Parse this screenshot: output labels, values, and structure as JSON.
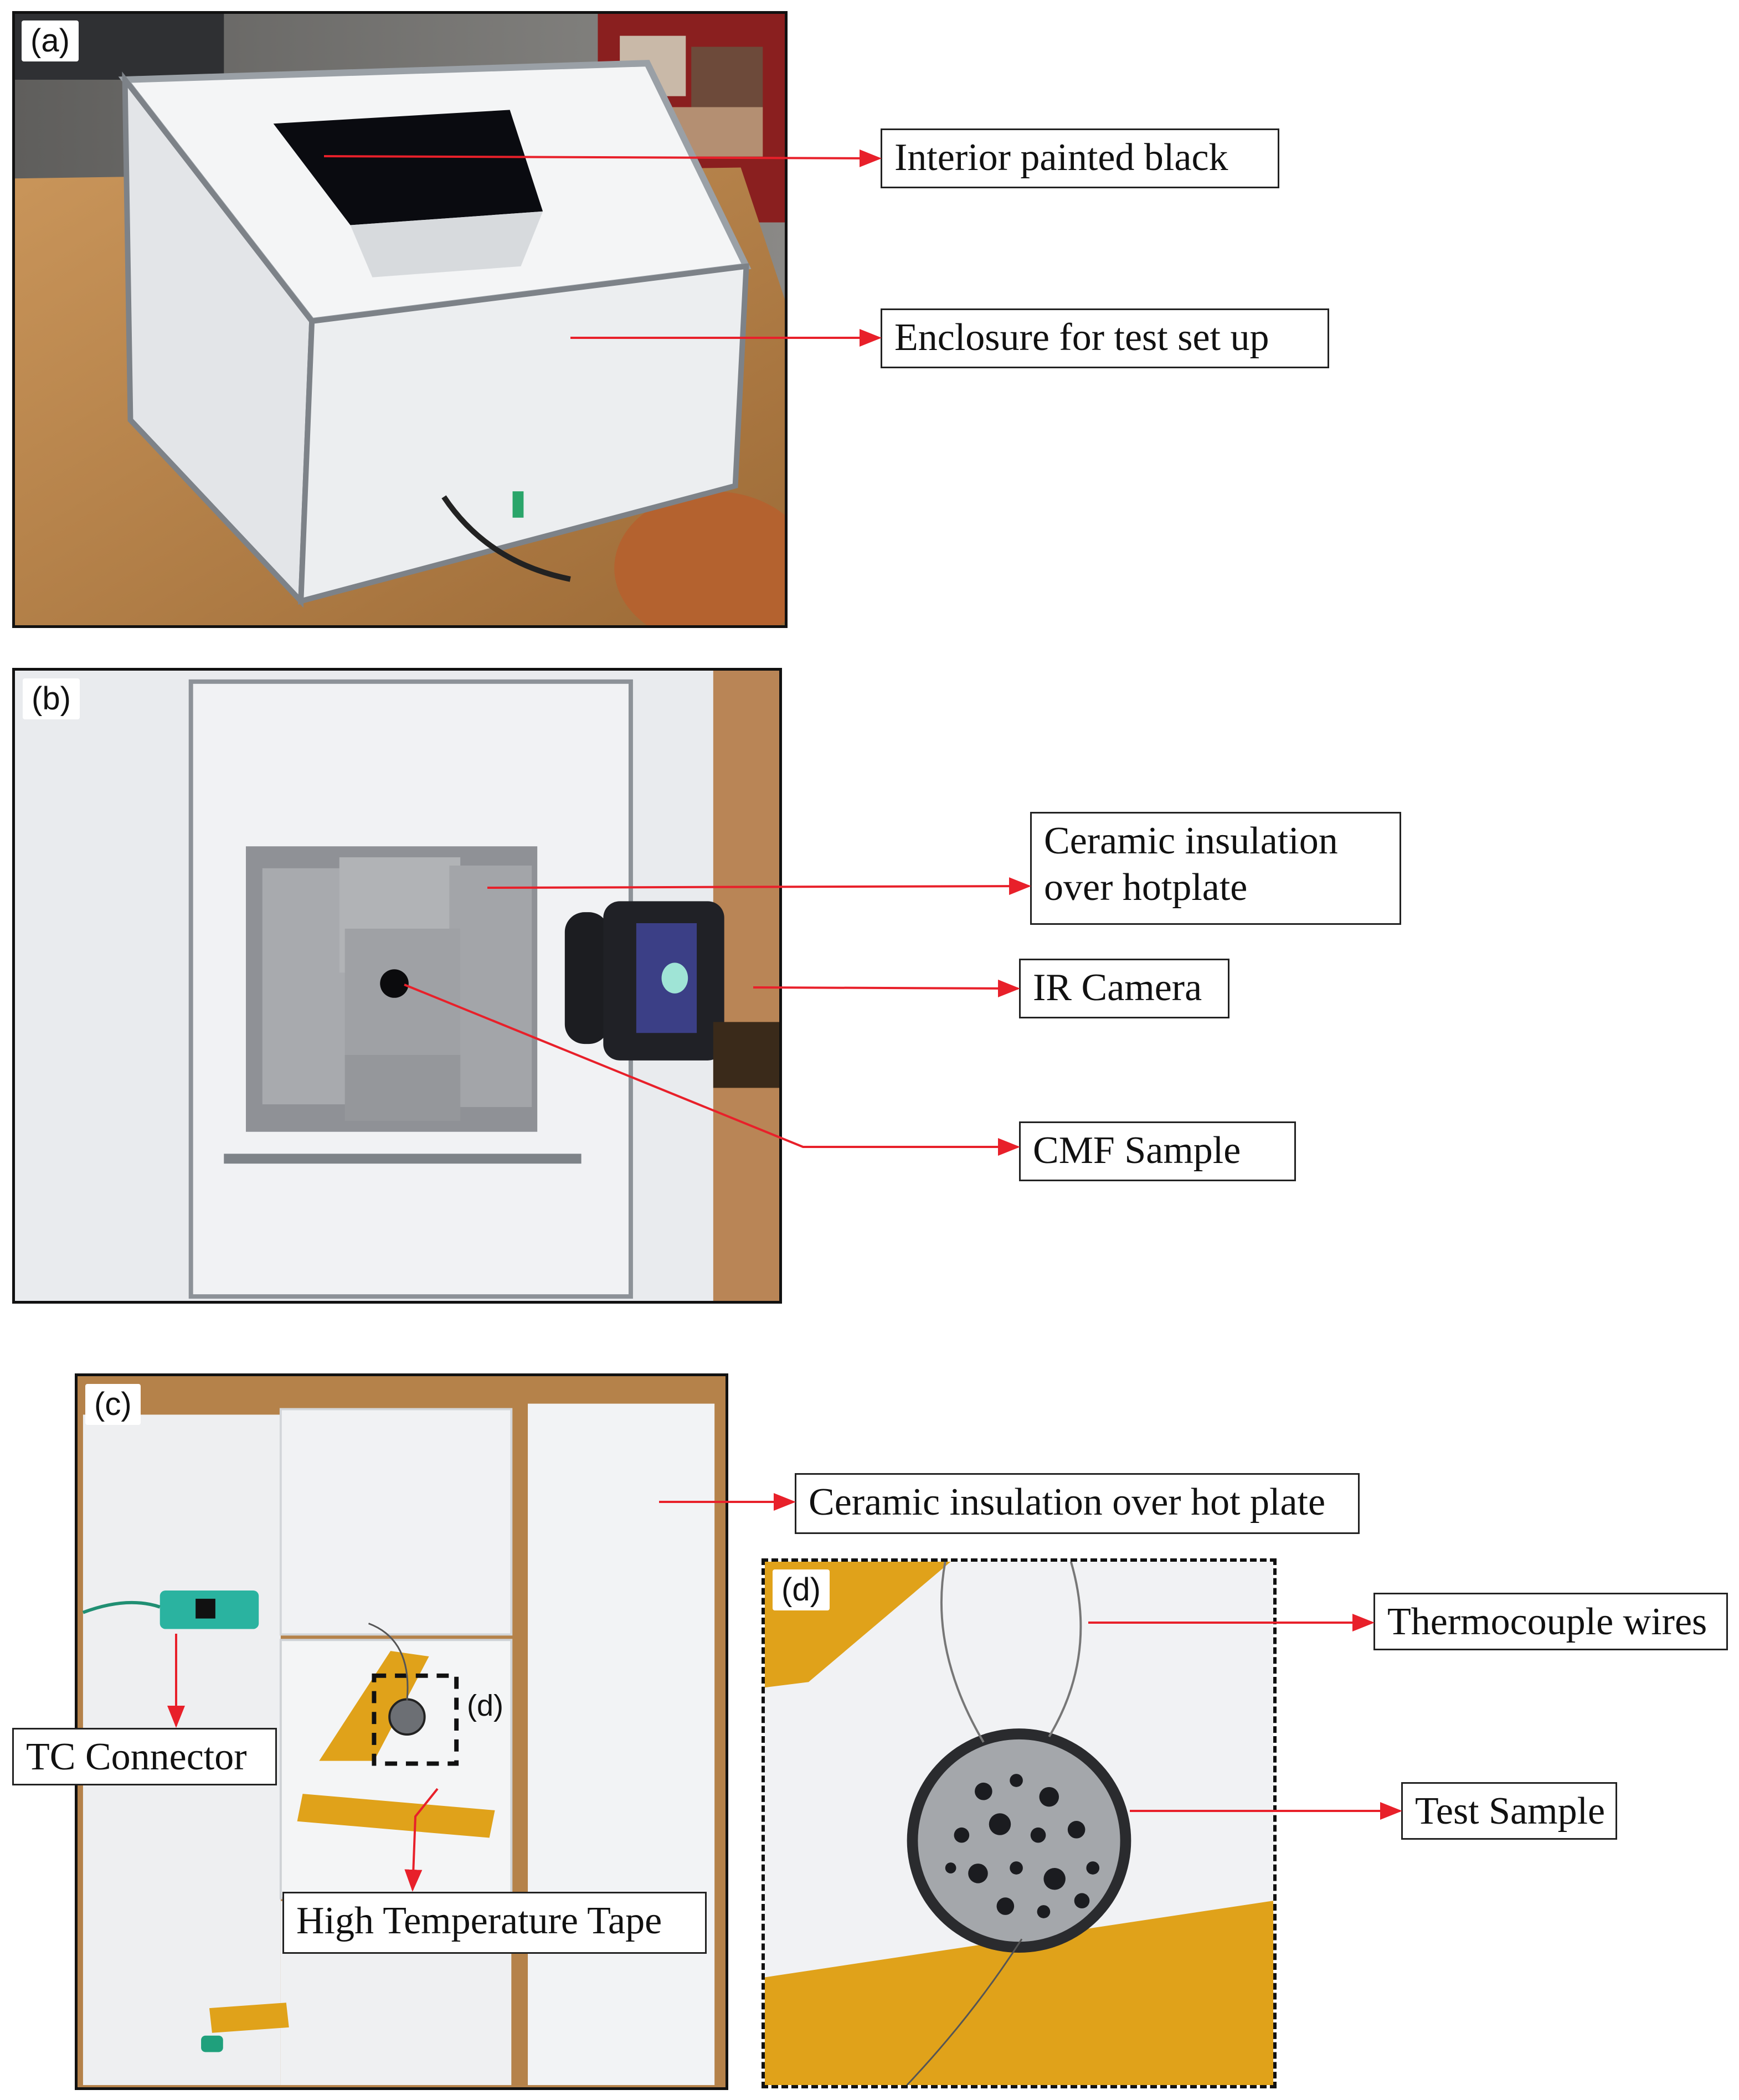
{
  "panels": {
    "a": {
      "tag": "(a)"
    },
    "b": {
      "tag": "(b)"
    },
    "c": {
      "tag": "(c)"
    },
    "d": {
      "tag": "(d)",
      "inset_tag": "(d)"
    }
  },
  "callouts": {
    "interior": "Interior painted black",
    "enclosure": "Enclosure for test set up",
    "ceramic_b_line1": "Ceramic insulation",
    "ceramic_b_line2": "over hotplate",
    "ir_camera": "IR Camera",
    "cmf_sample": "CMF Sample",
    "ceramic_c": "Ceramic insulation over hot plate",
    "tc_connector": "TC Connector",
    "tape": "High Temperature Tape",
    "thermocouple": "Thermocouple wires",
    "test_sample": "Test Sample"
  },
  "colors": {
    "leader": "#e8202a",
    "border": "#111111",
    "kapton": "#e0a21a",
    "insulation": "#f2f3f5",
    "wood": "#b5824a"
  }
}
